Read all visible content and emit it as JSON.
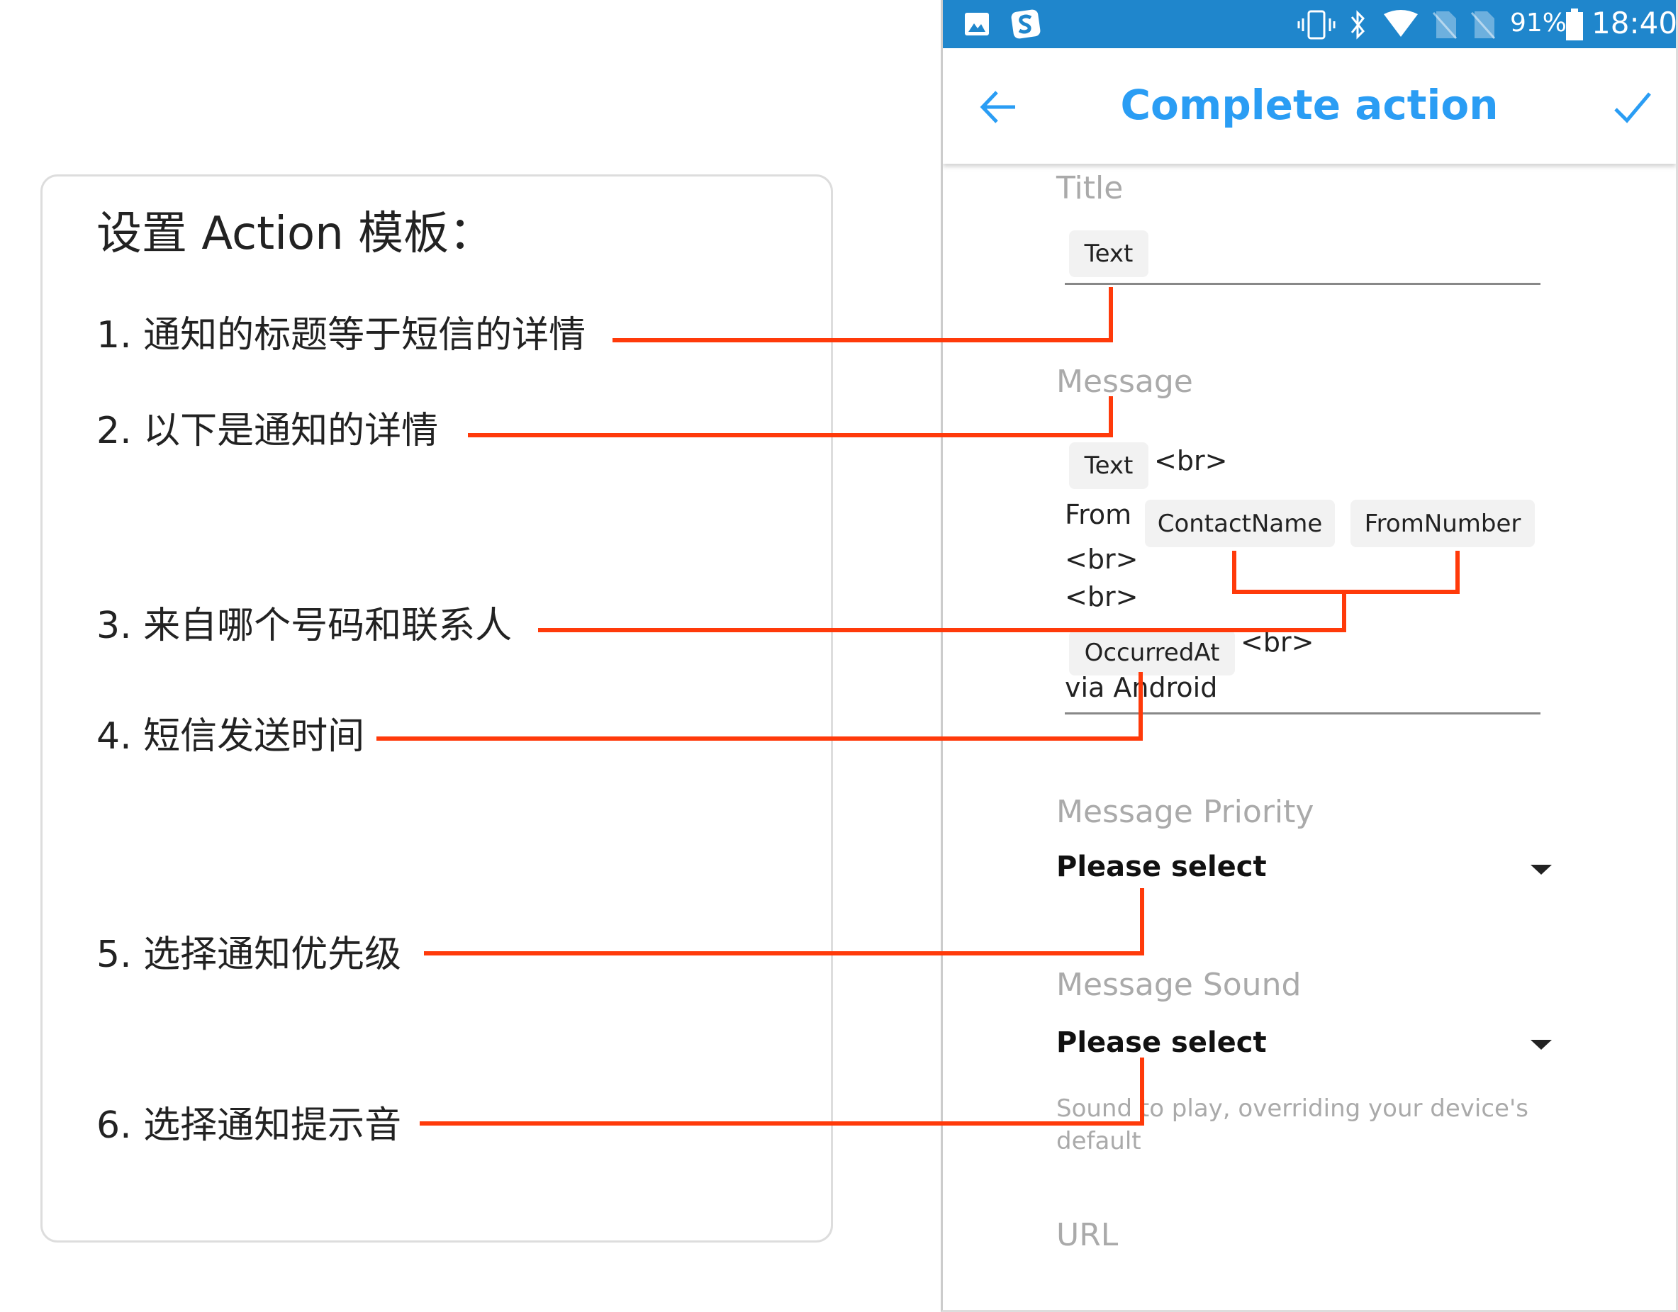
{
  "annotation": {
    "heading": "设置 Action 模板：",
    "items": [
      "1. 通知的标题等于短信的详情",
      "2. 以下是通知的详情",
      "3. 来自哪个号码和联系人",
      "4. 短信发送时间",
      "5. 选择通知优先级",
      "6. 选择通知提示音"
    ],
    "line_color": "#ff3a0a"
  },
  "status_bar": {
    "battery": "91%",
    "time": "18:40",
    "color": "#1f86cc"
  },
  "app_bar": {
    "title": "Complete action",
    "back_icon": "arrow-left",
    "confirm_icon": "check",
    "accent": "#2a9df4"
  },
  "form": {
    "title_field": {
      "label": "Title",
      "chip": "Text"
    },
    "message_field": {
      "label": "Message",
      "chip_text": "Text",
      "br1": "<br>",
      "from": "From",
      "chip_contact": "ContactName",
      "chip_number": "FromNumber",
      "br2": "<br>",
      "br3": "<br>",
      "chip_occurred": "OccurredAt",
      "br4": "<br>",
      "via": "via Android"
    },
    "priority": {
      "label": "Message Priority",
      "value": "Please select"
    },
    "sound": {
      "label": "Message Sound",
      "value": "Please select",
      "help": "Sound to play, overriding your device's default"
    },
    "url": {
      "label": "URL"
    }
  }
}
